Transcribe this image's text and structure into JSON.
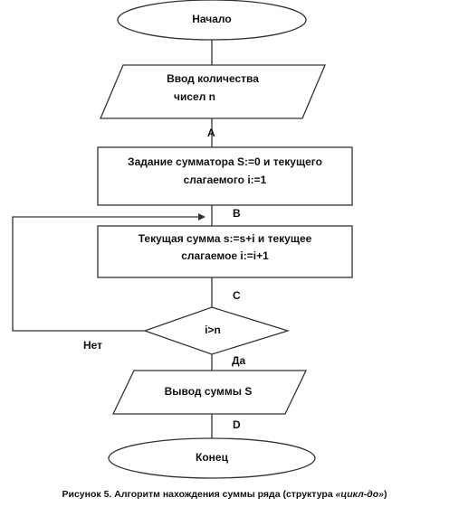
{
  "flowchart": {
    "start": "Начало",
    "input": [
      "Ввод количества",
      "чисел n"
    ],
    "init": [
      "Задание сумматора S:=0 и текущего",
      "слагаемого i:=1"
    ],
    "body": [
      "Текущая сумма s:=s+i и текущее",
      "слагаемое i:=i+1"
    ],
    "condition": "i>n",
    "output": "Вывод суммы S",
    "end": "Конец",
    "edge_labels": {
      "a": "A",
      "b": "B",
      "c": "C",
      "d": "D",
      "no": "Нет",
      "yes": "Да"
    }
  },
  "caption": {
    "prefix": "Рисунок 5. Алгоритм нахождения суммы ряда (структура ",
    "emphasis": "«цикл-до»",
    "suffix": ")"
  }
}
